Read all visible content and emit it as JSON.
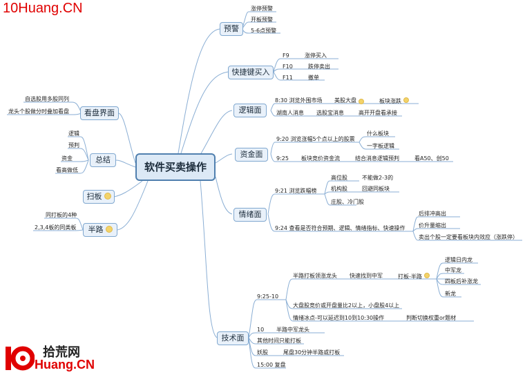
{
  "watermark": {
    "top": "10Huang.CN",
    "site_cn": "拾荒网",
    "site_url": "Huang.CN",
    "logo": "10"
  },
  "center": "软件买卖操作",
  "branches": {
    "yujing": {
      "label": "预警",
      "items": [
        "涨停预警",
        "开板预警",
        "5-6点预警"
      ]
    },
    "kuaijie": {
      "label": "快捷键买入",
      "keys": [
        {
          "key": "F9",
          "action": "涨停买入"
        },
        {
          "key": "F10",
          "action": "跌停卖出"
        },
        {
          "key": "F11",
          "action": "撤单"
        }
      ]
    },
    "luoji": {
      "label": "逻辑面",
      "row1": [
        "8:30 浏览外围市场",
        "美股大盘",
        "板块涨跌"
      ],
      "row2": [
        "湖南人消息",
        "选股宝消息",
        "高开开盘看承接"
      ]
    },
    "zijin": {
      "label": "资金面",
      "r1": "9:20 浏览涨幅5个点以上的股票",
      "r1c": [
        "什么板块",
        "一字板逻辑"
      ],
      "r2": [
        "9:25",
        "板块竞价资金流",
        "结合消息逻辑预判",
        "看A50、创50"
      ]
    },
    "qingxu": {
      "label": "情绪面",
      "r1": "9:21 浏览跌幅榜",
      "r1c": [
        {
          "a": "高位股",
          "b": "不能做2-3的"
        },
        {
          "a": "机构股",
          "b": "回避同板块"
        },
        {
          "a": "庄股、冷门股",
          "b": ""
        }
      ],
      "r2": "9:24 查看是否符合预期、逻辑、情绪指标、快速操作",
      "r2c": [
        "后排冲高出",
        "价升量缩出",
        "卖出个股一定要看板块内效应（涨跌停）"
      ]
    },
    "jishu": {
      "label": "技术面",
      "t1": "9:25-10",
      "t1a": "半路打板领涨龙头",
      "t1b": "快速找到中军",
      "t1c": "打板-半路",
      "t1d": [
        "逻辑日内龙",
        "中军龙",
        "四板后补涨龙",
        "新龙"
      ],
      "t1e": "大盘股竞价或开盘量比2以上，小盘股4以上",
      "t1f": "情绪冰点-可以延迟到10到10:30操作",
      "t1g": "判断切换权重or题材",
      "t2": "10",
      "t2a": "半路中军龙头",
      "t3": "其他时间只能打板",
      "t4": "妖股",
      "t4a": "尾盘30分钟半路或打板",
      "t5": "15:00 复盘"
    },
    "kanpan": {
      "label": "看盘界面",
      "items": [
        "自选股用多股同列",
        "龙头个股做分时叠加看盘"
      ]
    },
    "zongjie": {
      "label": "总结",
      "items": [
        "逻辑",
        "预判",
        "资金",
        "看高做低"
      ]
    },
    "saoban": {
      "label": "扫板"
    },
    "banlu": {
      "label": "半路",
      "items": [
        "同打板的4种",
        "2,3,4板的同类板"
      ]
    }
  }
}
